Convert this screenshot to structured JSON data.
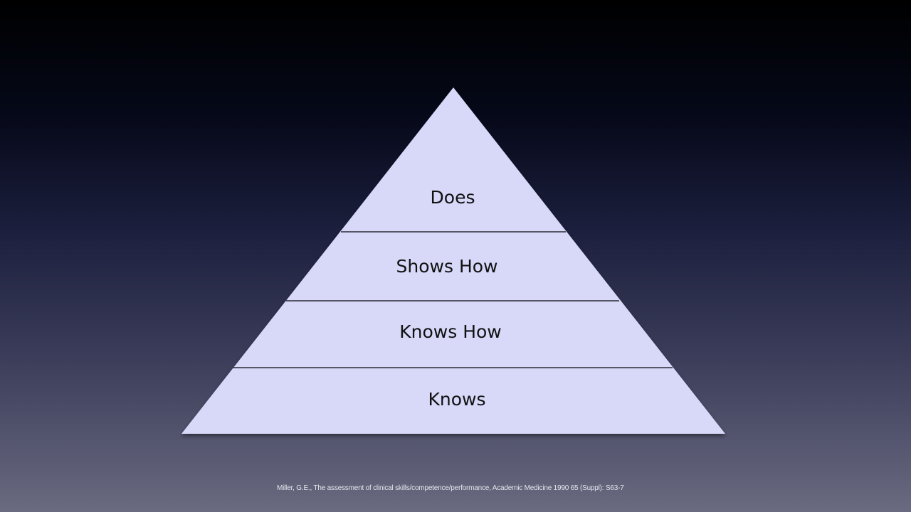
{
  "diagram": {
    "levels": [
      {
        "label": "Does"
      },
      {
        "label": "Shows How"
      },
      {
        "label": "Knows How"
      },
      {
        "label": "Knows"
      }
    ],
    "fill_color": "#d8d9f9",
    "divider_color": "#2a2a35"
  },
  "citation": "Miller, G.E., The assessment of clinical skills/competence/performance, Academic Medicine 1990 65 (Suppl): S63-7"
}
